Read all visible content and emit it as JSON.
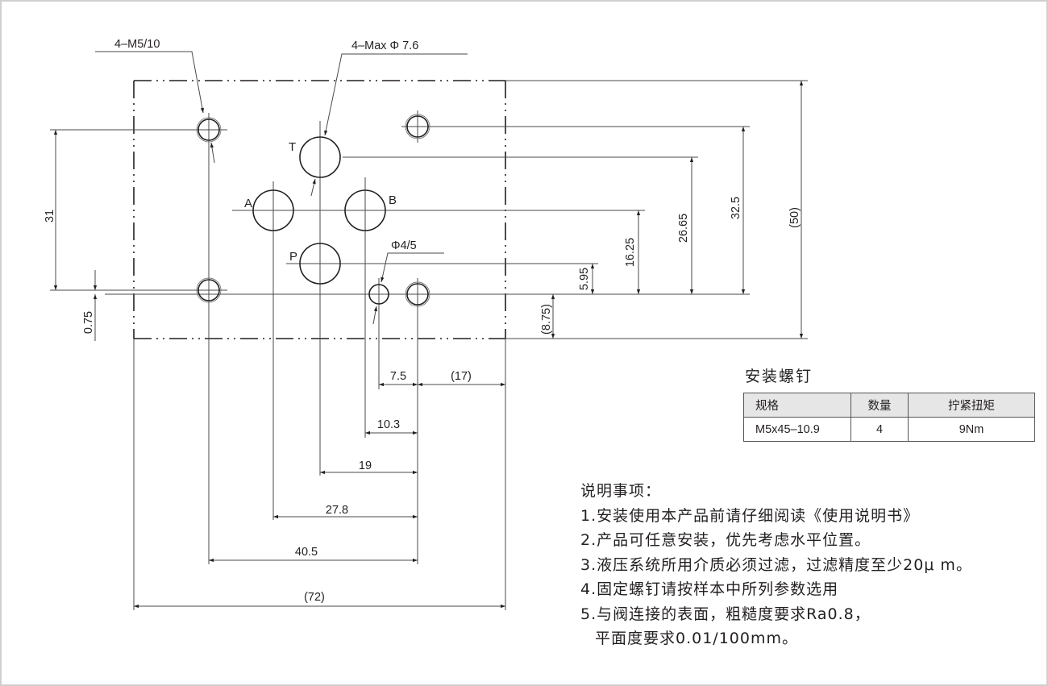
{
  "drawing": {
    "callouts": {
      "mount_thread": "4–M5/10",
      "port_max_dia": "4–Max Φ 7.6",
      "pin_hole": "Φ4/5"
    },
    "port_labels": {
      "T": "T",
      "A": "A",
      "B": "B",
      "P": "P"
    },
    "vertical_dimensions": {
      "d31": "31",
      "d075": "0.75",
      "d595": "5.95",
      "d1625": "16.25",
      "d2665": "26.65",
      "d325": "32.5",
      "d50": "(50)",
      "d875": "(8.75)"
    },
    "horizontal_dimensions": {
      "d75": "7.5",
      "d17": "(17)",
      "d103": "10.3",
      "d19": "19",
      "d278": "27.8",
      "d405": "40.5",
      "d72": "(72)"
    }
  },
  "screw_table": {
    "title": "安装螺钉",
    "headers": [
      "规格",
      "数量",
      "拧紧扭矩"
    ],
    "rows": [
      [
        "M5x45–10.9",
        "4",
        "9Nm"
      ]
    ]
  },
  "notes": {
    "title": "说明事项：",
    "items": [
      "1.安装使用本产品前请仔细阅读《使用说明书》",
      "2.产品可任意安装，优先考虑水平位置。",
      "3.液压系统所用介质必须过滤，过滤精度至少20μ m。",
      "4.固定螺钉请按样本中所列参数选用",
      "5.与阀连接的表面，粗糙度要求Ra0.8，",
      "平面度要求0.01/100mm。"
    ]
  }
}
